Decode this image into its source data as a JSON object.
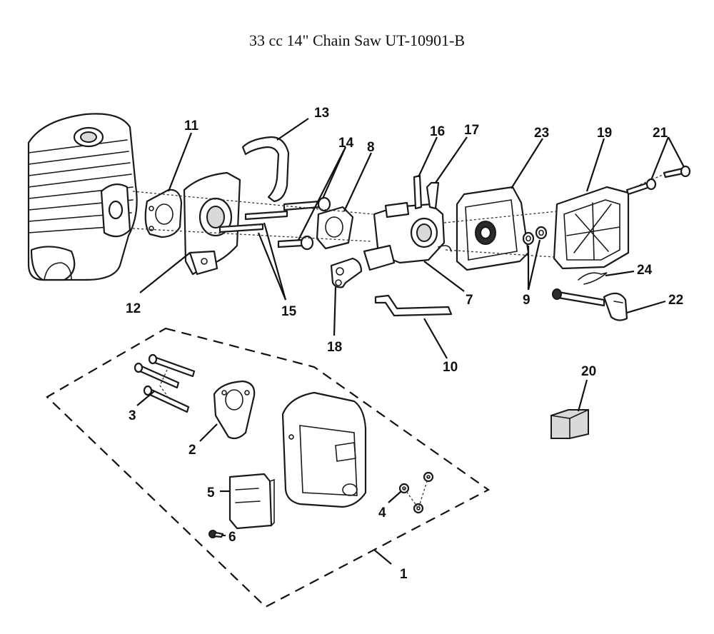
{
  "title": "33 cc 14\" Chain Saw UT-10901-B",
  "callouts": {
    "c1": "1",
    "c2": "2",
    "c3": "3",
    "c4": "4",
    "c5": "5",
    "c6": "6",
    "c7": "7",
    "c8": "8",
    "c9": "9",
    "c10": "10",
    "c11": "11",
    "c12": "12",
    "c13": "13",
    "c14": "14",
    "c15": "15",
    "c16": "16",
    "c17": "17",
    "c18": "18",
    "c19": "19",
    "c20": "20",
    "c21": "21",
    "c22": "22",
    "c23": "23",
    "c24": "24"
  }
}
